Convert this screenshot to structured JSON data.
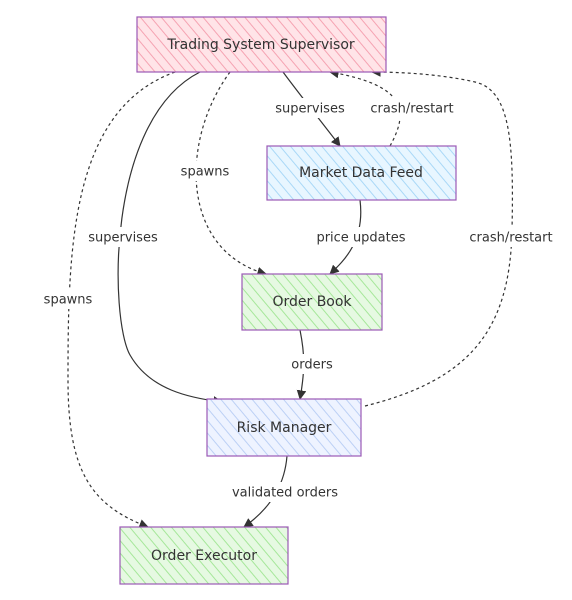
{
  "nodes": {
    "supervisor": {
      "label": "Trading System Supervisor",
      "fill": "#ffd7dd",
      "hatch": "#f7a9b5",
      "stroke": "#9b59b6"
    },
    "market_feed": {
      "label": "Market Data Feed",
      "fill": "#dff2ff",
      "hatch": "#a9d8f7",
      "stroke": "#9b59b6"
    },
    "order_book": {
      "label": "Order Book",
      "fill": "#dcf7d6",
      "hatch": "#a6e79a",
      "stroke": "#9b59b6"
    },
    "risk_manager": {
      "label": "Risk Manager",
      "fill": "#e6f0ff",
      "hatch": "#b7cdf5",
      "stroke": "#9b59b6"
    },
    "order_executor": {
      "label": "Order Executor",
      "fill": "#dcf7d6",
      "hatch": "#a6e79a",
      "stroke": "#9b59b6"
    }
  },
  "edges": {
    "sup_market": "supervises",
    "market_crash": "crash/restart",
    "sup_orderbook": "spawns",
    "sup_risk": "supervises",
    "market_orderbook": "price updates",
    "risk_crash": "crash/restart",
    "sup_executor": "spawns",
    "orderbook_risk": "orders",
    "risk_executor": "validated orders"
  }
}
